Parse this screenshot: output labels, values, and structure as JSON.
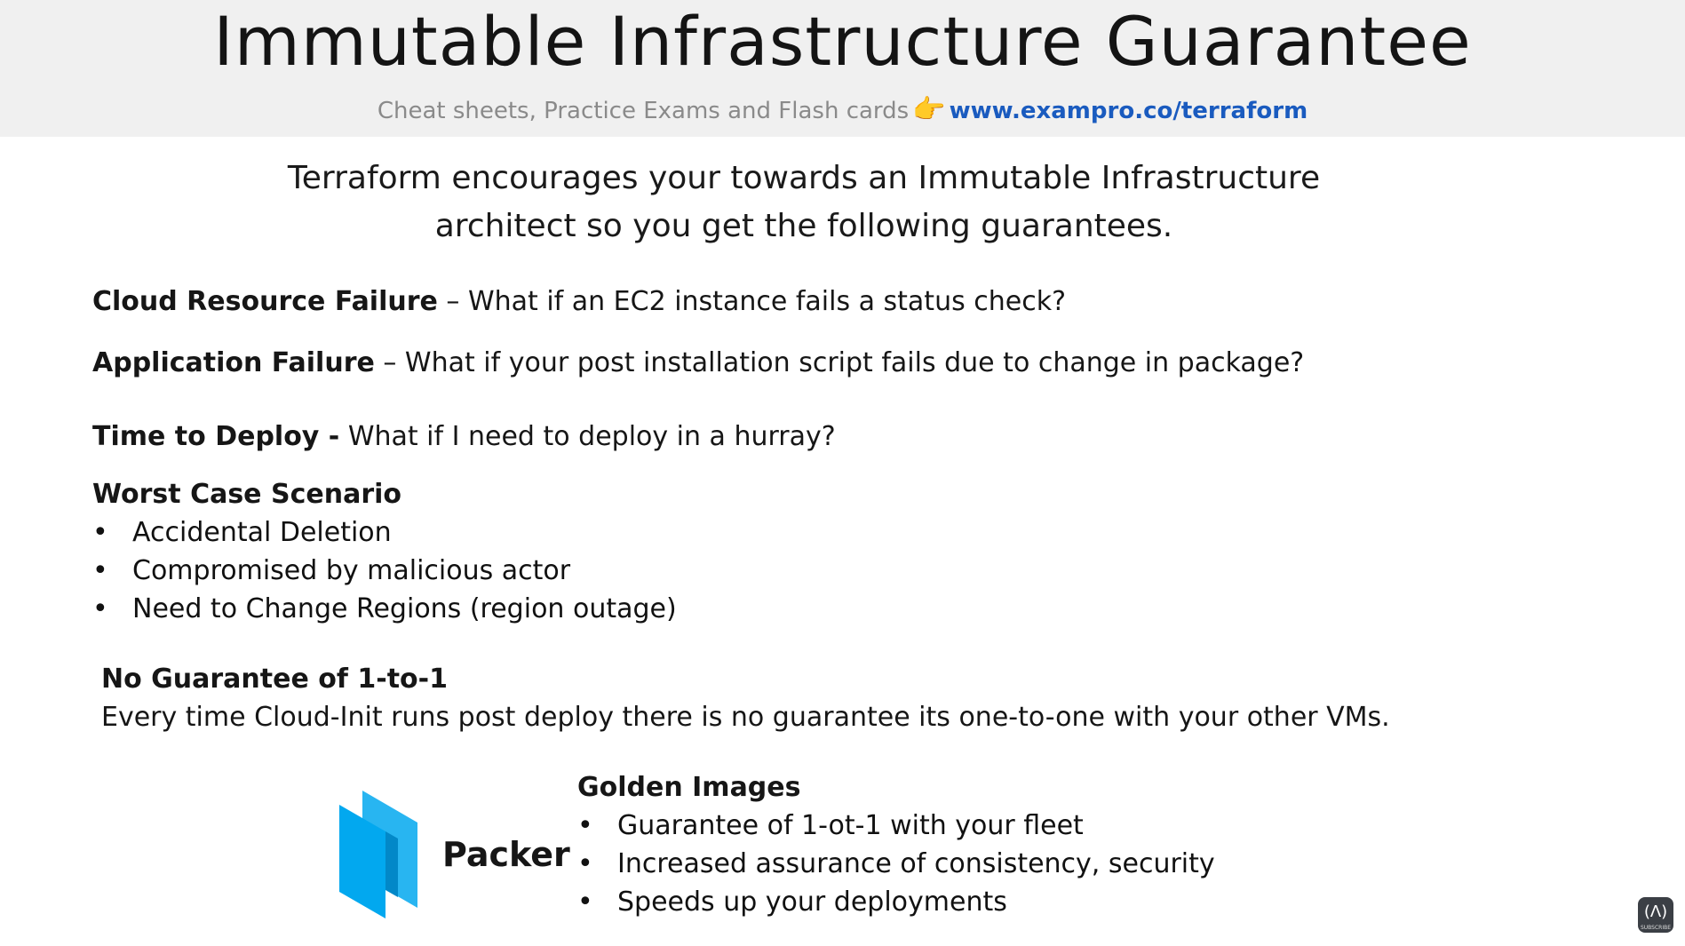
{
  "header": {
    "title": "Immutable Infrastructure Guarantee",
    "subtitle_text": "Cheat sheets, Practice Exams and Flash cards",
    "subtitle_icon": "pointing-hand-icon",
    "subtitle_link": "www.exampro.co/terraform"
  },
  "intro": {
    "line1": "Terraform encourages your towards an Immutable Infrastructure",
    "line2": "architect so you get the following guarantees."
  },
  "items": [
    {
      "term": "Cloud Resource Failure",
      "sep": " – ",
      "text": "What if an EC2 instance fails a status check?"
    },
    {
      "term": "Application Failure",
      "sep": " – ",
      "text": "What if your post installation script fails due to change in package?"
    },
    {
      "term": "Time to Deploy -",
      "sep": " ",
      "text": "What if I need to deploy in a hurray?"
    }
  ],
  "worst_case": {
    "heading": "Worst Case Scenario",
    "bullets": [
      "Accidental Deletion",
      "Compromised by malicious actor",
      "Need to Change Regions (region outage)"
    ]
  },
  "no_guarantee": {
    "heading": "No Guarantee of 1-to-1",
    "text": "Every time Cloud-Init runs post deploy there is no guarantee its one-to-one with your other VMs."
  },
  "packer": {
    "label": "Packer",
    "logo_color": "#02a8ef"
  },
  "golden_images": {
    "heading": "Golden Images",
    "bullets": [
      "Guarantee of 1-ot-1 with your fleet",
      "Increased assurance of consistency, security",
      "Speeds up your deployments"
    ]
  },
  "corner_icon": {
    "icon": "freecodecamp-icon",
    "caption": "SUBSCRIBE"
  }
}
